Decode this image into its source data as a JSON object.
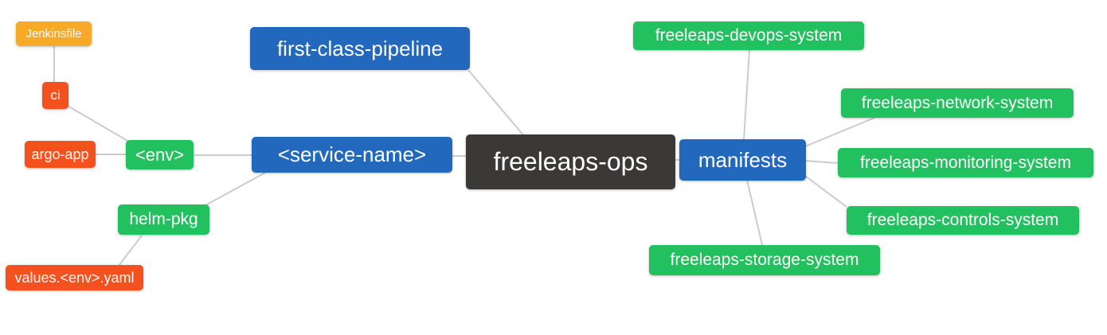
{
  "diagram": {
    "type": "mindmap",
    "root_label": "freeleaps-ops",
    "palette": {
      "root_bg": "#3b3838",
      "branch_blue": "#2268bd",
      "leaf_green": "#22c05e",
      "leaf_red": "#f4511e",
      "leaf_orange": "#f7a928",
      "edge_gray": "#cccccc",
      "text": "#ffffff",
      "background": "#ffffff"
    },
    "nodes": {
      "root": {
        "label": "freeleaps-ops"
      },
      "first_class_pipeline": {
        "label": "first-class-pipeline"
      },
      "service_name": {
        "label": "<service-name>"
      },
      "env": {
        "label": "<env>"
      },
      "ci": {
        "label": "ci"
      },
      "jenkinsfile": {
        "label": "Jenkinsfile"
      },
      "argo_app": {
        "label": "argo-app"
      },
      "helm_pkg": {
        "label": "helm-pkg"
      },
      "values_env_yaml": {
        "label": "values.<env>.yaml"
      },
      "manifests": {
        "label": "manifests"
      },
      "devops_system": {
        "label": "freeleaps-devops-system"
      },
      "network_system": {
        "label": "freeleaps-network-system"
      },
      "monitoring_system": {
        "label": "freeleaps-monitoring-system"
      },
      "controls_system": {
        "label": "freeleaps-controls-system"
      },
      "storage_system": {
        "label": "freeleaps-storage-system"
      }
    },
    "edges": [
      {
        "from": "jenkinsfile",
        "to": "ci"
      },
      {
        "from": "ci",
        "to": "env"
      },
      {
        "from": "argo_app",
        "to": "env"
      },
      {
        "from": "env",
        "to": "service_name"
      },
      {
        "from": "helm_pkg",
        "to": "service_name"
      },
      {
        "from": "values_env_yaml",
        "to": "helm_pkg"
      },
      {
        "from": "first_class_pipeline",
        "to": "root"
      },
      {
        "from": "service_name",
        "to": "root"
      },
      {
        "from": "root",
        "to": "manifests"
      },
      {
        "from": "manifests",
        "to": "devops_system"
      },
      {
        "from": "manifests",
        "to": "network_system"
      },
      {
        "from": "manifests",
        "to": "monitoring_system"
      },
      {
        "from": "manifests",
        "to": "controls_system"
      },
      {
        "from": "manifests",
        "to": "storage_system"
      }
    ]
  }
}
